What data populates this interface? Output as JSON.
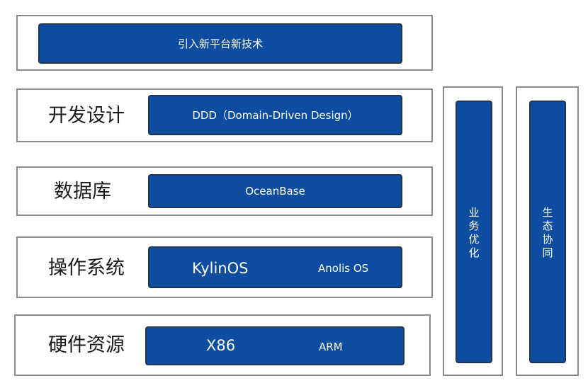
{
  "top": {
    "label": "引入新平台新技术"
  },
  "layers": {
    "dev": {
      "label": "开发设计",
      "content": "DDD（Domain-Driven Design）"
    },
    "db": {
      "label": "数据库",
      "content": "OceanBase"
    },
    "os": {
      "label": "操作系统",
      "item1": "KylinOS",
      "item2": "Anolis OS"
    },
    "hw": {
      "label": "硬件资源",
      "item1": "X86",
      "item2": "ARM"
    }
  },
  "side": {
    "business": "业务优化",
    "ecosystem": "生态协同"
  },
  "colors": {
    "box_fill": "#0d4da0",
    "box_border": "#23344f",
    "frame_border": "#8a8a8a"
  }
}
